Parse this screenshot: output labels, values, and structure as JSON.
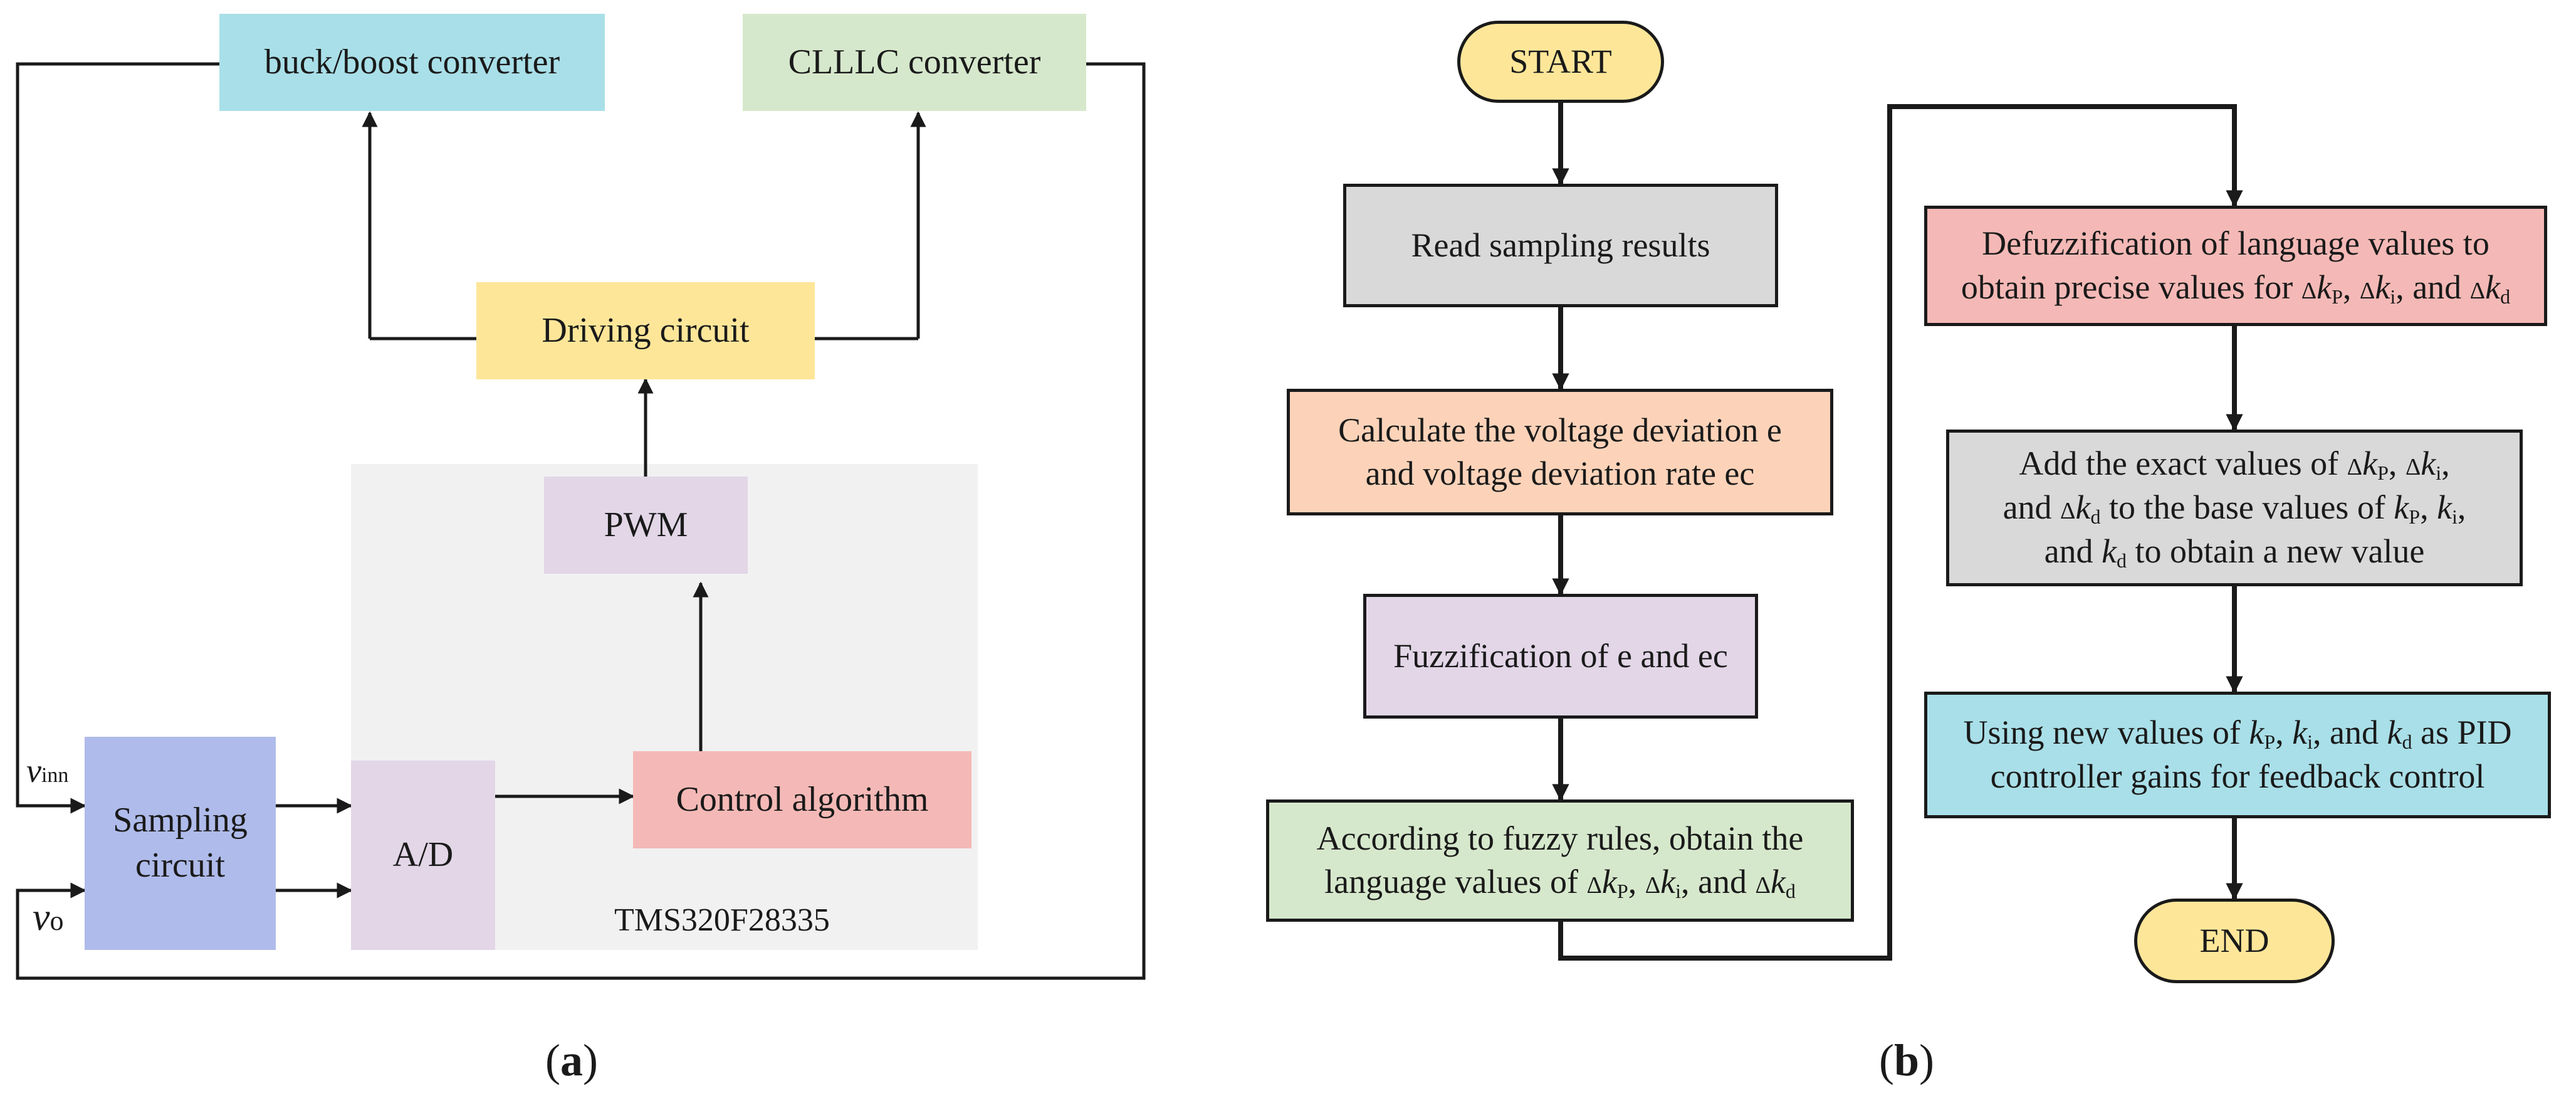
{
  "panel_a": {
    "buck_boost": "buck/boost converter",
    "clllc": "CLLLC converter",
    "driving": "Driving circuit",
    "pwm": "PWM",
    "control": "Control algorithm",
    "ad": "A/D",
    "sampling_line1": "Sampling",
    "sampling_line2": "circuit",
    "chip": "TMS320F28335",
    "vinn_letter": "v",
    "vinn_sub": "inn",
    "vo_letter": "v",
    "vo_sub": "o",
    "caption_letter": "a"
  },
  "panel_b": {
    "start": "START",
    "read": "Read sampling results",
    "calc_line1": "Calculate the voltage deviation e",
    "calc_line2": "and voltage deviation rate ec",
    "fuzz": "Fuzzification of e and ec",
    "rules_line1": "According to fuzzy rules, obtain the",
    "rules_line2": "language values of",
    "defuzz_line1": "Defuzzification of language values to",
    "defuzz_line2": "obtain precise values for",
    "add_line1": "Add the exact values of",
    "add_line2a": "and",
    "add_line2b": "to the base values of",
    "add_line3a": "and",
    "add_line3b": "to obtain a new value",
    "using_line1a": "Using new values of",
    "using_line1b": "and",
    "using_line1c": "as PID",
    "using_line2": "controller gains for feedback control",
    "end": "END",
    "and_word": "and",
    "delta": "Δ",
    "k": "k",
    "sub_p": "P",
    "sub_i": "i",
    "sub_d": "d",
    "caption_letter": "b"
  },
  "colors": {
    "cyan": "#a9dfe8",
    "green": "#d6e8cc",
    "yellow": "#fee699",
    "lavender": "#e2d6e7",
    "pink": "#f4b9b6",
    "blue": "#afbbea",
    "gray": "#d9d9d9",
    "peach": "#fcd3b9",
    "dsp_bg": "#f1f1f1"
  }
}
